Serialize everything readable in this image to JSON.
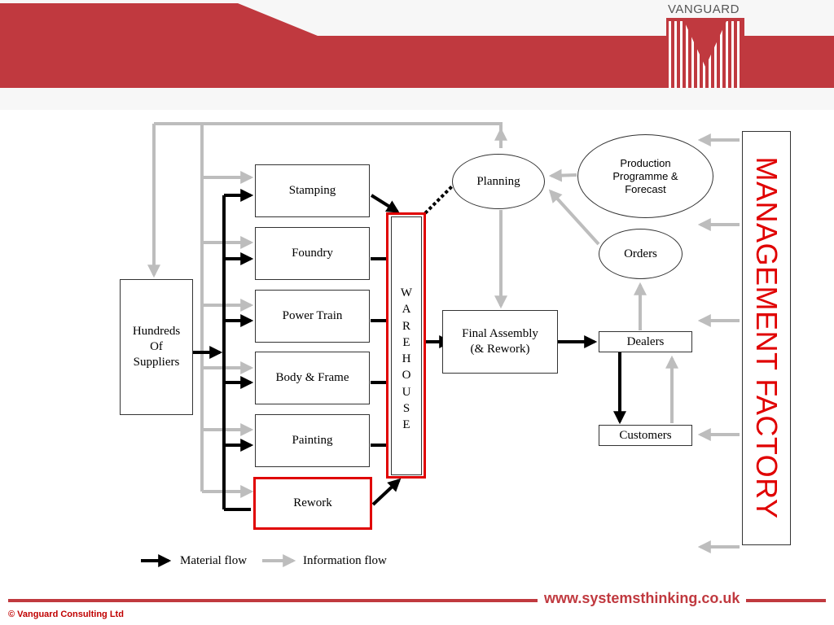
{
  "brand": {
    "name": "VANGUARD",
    "colors": {
      "header_red": "#c0393f",
      "accent_red": "#e00000",
      "info_gray": "#bdbdbd",
      "material_black": "#000000"
    }
  },
  "diagram": {
    "processes": {
      "stamping": "Stamping",
      "foundry": "Foundry",
      "power_train": "Power Train",
      "body_frame": "Body & Frame",
      "painting": "Painting",
      "rework": "Rework"
    },
    "suppliers": [
      "Hundreds",
      "Of",
      "Suppliers"
    ],
    "warehouse_letters": [
      "W",
      "A",
      "R",
      "E",
      "H",
      "O",
      "U",
      "S",
      "E"
    ],
    "final_assembly": [
      "Final Assembly",
      "(& Rework)"
    ],
    "planning": "Planning",
    "production": [
      "Production",
      "Programme &",
      "Forecast"
    ],
    "orders": "Orders",
    "dealers": "Dealers",
    "customers": "Customers",
    "management_factory": "MANAGEMENT FACTORY"
  },
  "legend": {
    "material": "Material flow",
    "information": "Information flow"
  },
  "footer": {
    "url": "www.systemsthinking.co.uk",
    "copyright": "© Vanguard Consulting Ltd"
  }
}
